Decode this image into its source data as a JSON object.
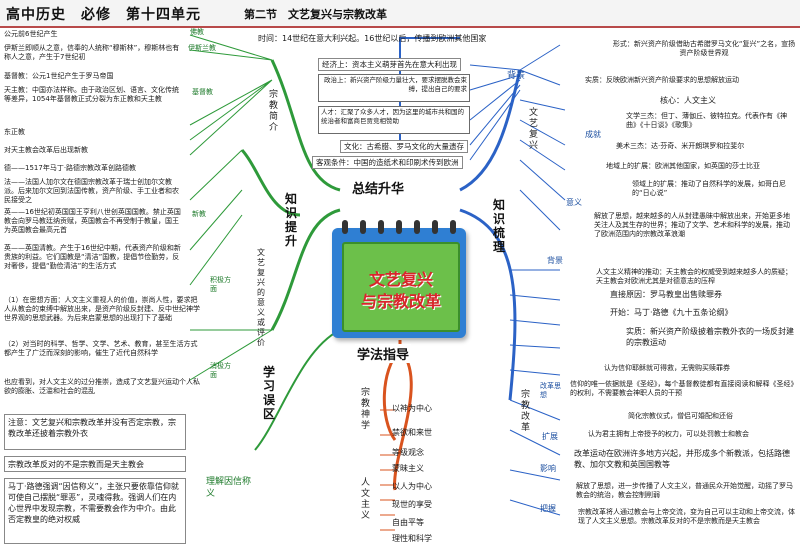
{
  "header": {
    "title": "高中历史　必修　第十四单元",
    "section": "第二节　文艺复兴与宗教改革"
  },
  "center": {
    "line1": "文艺复兴",
    "line2": "与宗教改革"
  },
  "hubs": {
    "summary": "总结升华",
    "method": "学法指导",
    "knowledge": "知识梳理",
    "knowledge_ext": "知识提升",
    "error_zone": "学习误区"
  },
  "time_line": "时间：14世纪在意大利兴起。16世纪以后，传播到欧洲其他国家",
  "renaissance": {
    "label": "文艺复兴",
    "background": {
      "label": "背景",
      "economy": "经济上：资本主义萌芽首先在意大利出现",
      "politics": "政治上：新兴资产阶级力量壮大，要求摆脱教会束缚，提出自己的要求",
      "people": "人才：汇聚了众多人才，因为这里的城市共和国的统治者和富商巨贾竞相赞助",
      "culture": "文化：古希腊、罗马文化的大量遗存",
      "objective": "客观条件：中国的造纸术和印刷术传到欧洲"
    },
    "form": "形式：新兴资产阶级借助古希腊罗马文化“复兴”之名，宣扬资产阶级世界观",
    "essence": "实质：反映欧洲新兴资产阶级要求的思想解放运动",
    "core": "核心：人文主义",
    "achievements": {
      "label": "成就",
      "literature": "文学三杰：但丁、薄伽丘、彼特拉克。代表作有《神曲》《十日谈》《歌集》",
      "art": "美术三杰：达·芬奇、米开朗琪罗和拉斐尔",
      "region": "地域上的扩展：欧洲其他国家，如英国的莎士比亚",
      "field": "领域上的扩展：推动了自然科学的发展，如哥白尼的“日心说”"
    },
    "significance": {
      "label": "意义",
      "text": "解放了思想，越来越多的人从封建愚昧中解放出来，开始更多地关注人及其生存的世界；推动了文学、艺术和科学的发展，推动了欧洲范围内的宗教改革浪潮"
    }
  },
  "reformation": {
    "label": "宗教改革",
    "background": {
      "label": "背景",
      "humanism": "人文主义精神的推动：天主教会的权威受到越来越多人的质疑；天主教会对欧洲尤其是对德意志的压榨",
      "direct": "直接原因：罗马教皇出售赎罪券",
      "start": "开始：马丁·路德《九十五条论纲》",
      "essence": "实质：新兴资产阶级披着宗教外衣的一场反封建的宗教运动"
    },
    "reform_ideas": {
      "label": "改革思想",
      "faith": "认为信仰耶稣就可得救，无需购买赎罪券",
      "bible": "信仰的唯一依据就是《圣经》，每个基督教徒都有直接阅读和解释《圣经》的权利，不需要教会神职人员的干预",
      "simplify": "简化宗教仪式，僧侣可婚配和还俗"
    },
    "spread": {
      "label": "扩展",
      "text": "认为君主拥有上帝授予的权力，可以处罚教士和教会"
    },
    "influence": {
      "label": "影响",
      "text": "改革运动在欧洲许多地方兴起，并形成多个新教派，包括路德教、加尔文教和英国国教等"
    },
    "grasp": {
      "label": "把握",
      "text1": "解放了思想，进一步传播了人文主义，普通民众开始觉醒，动摇了罗马教会的统治，教会控制削弱",
      "text2": "宗教改革将人通过教会与上帝交流，变为自己可以主动和上帝交流，体现了人文主义思想。宗教改革反对的不是宗教而是天主教会"
    }
  },
  "religion_intro": {
    "label": "宗教简介",
    "buddhism_label": "佛教",
    "buddhism": "公元前6世纪产生",
    "islam_label": "伊斯兰教",
    "islam": "伊斯兰即顺从之意，信奉的人统称“穆斯林”，穆斯林也有称人之意，产生于7世纪初",
    "christ_label": "基督教",
    "christ_1": "基督教：公元1世纪产生于罗马帝国",
    "christ_2": "天主教：中国亦法样称。由于政治区划、语言、文化传统等差异，1054年基督教正式分裂为东正教和天主教",
    "christ_3": "东正教",
    "protestant": "对天主教会改革后出现新教",
    "new_label": "新教",
    "new_1": "德——1517年马丁·路德宗教改革创路德教",
    "new_2": "法——法国人加尔文在德国宗教改革于瑞士创加尔文教派。后来加尔文回到法国传教，资产阶级、手工业者和农民接受之",
    "new_3": "英——16世纪初英国国王亨利八世创英国国教。禁止英国教会向罗马教廷纳贡赋，英国教会不再受制于教皇，国王为英国教会最高元首",
    "new_4": "英——英国清教。产生于16世纪中期，代表资产阶级和新贵族的利益。它们国教是“清洁”国教，提倡节俭勤劳，反对奢侈，提倡“勤俭清洁”的生活方式"
  },
  "evaluation": {
    "label": "文艺复兴的意义或评价",
    "positive_label": "积极方面",
    "positive_1": "（1）在思想方面：人文主义重视人的价值，崇尚人性，要求把人从教会的束缚中解放出来，是资产阶级反封建、反中世纪神学世界观的思想武器。为后来启蒙思想的出现打下了基础",
    "positive_2": "（2）对当时的科学、哲学、文学、艺术、教育，甚至生活方式都产生了广泛而深刻的影响，催生了近代自然科学",
    "negative_label": "消极方面",
    "negative": "也应看到，对人文主义的过分推崇，造成了文艺复兴运动个人私欲的膨胀、泛滥和社会的混乱"
  },
  "errors": {
    "note1": "注意：文艺复兴和宗教改革并没有否定宗教，宗教改革还披着宗教外衣",
    "note2": "宗教改革反对的不是宗教而是天主教会",
    "faith_label": "理解因信称义",
    "faith_text": "马丁·路德强调“因信称义”，主张只要依靠信仰就可使自己摆脱“罪恶”，灵魂得救。强调人们在内心世界中发现宗教，不需要教会作为中介。由此否定教皇的绝对权威"
  },
  "method": {
    "theism_label": "宗教神学",
    "humanism_label": "人文主义",
    "pairs": [
      {
        "left": "以神为中心",
        "right": "以人为中心"
      },
      {
        "left": "禁欲和来世",
        "right": "现世的享受"
      },
      {
        "left": "等级观念",
        "right": "自由平等"
      },
      {
        "left": "蒙昧主义",
        "right": "理性和科学"
      }
    ]
  }
}
